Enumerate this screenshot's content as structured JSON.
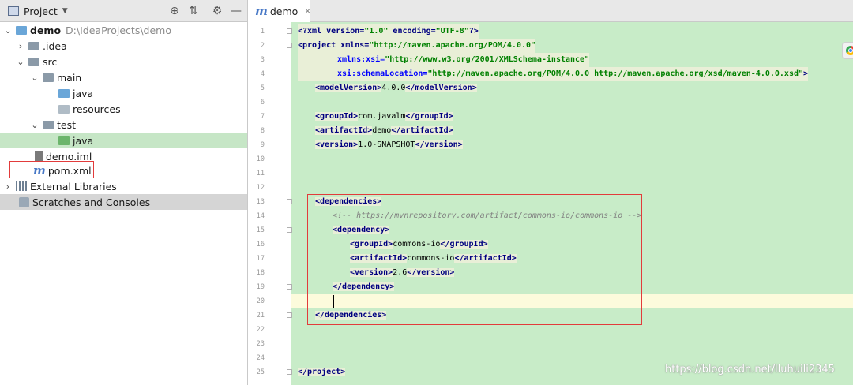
{
  "project_panel": {
    "title": "Project",
    "header_icons": [
      "locate-icon",
      "collapse-all-icon",
      "gear-icon",
      "minimize-icon"
    ],
    "tree": {
      "root_name": "demo",
      "root_path": "D:\\IdeaProjects\\demo",
      "items": [
        {
          "label": ".idea",
          "icon": "folder-icon"
        },
        {
          "label": "src",
          "icon": "folder-icon"
        },
        {
          "label": "main",
          "icon": "folder-icon"
        },
        {
          "label": "java",
          "icon": "source-folder-icon"
        },
        {
          "label": "resources",
          "icon": "resources-folder-icon"
        },
        {
          "label": "test",
          "icon": "folder-icon"
        },
        {
          "label": "java",
          "icon": "test-source-folder-icon"
        },
        {
          "label": "demo.iml",
          "icon": "iml-file-icon"
        },
        {
          "label": "pom.xml",
          "icon": "maven-icon"
        },
        {
          "label": "External Libraries",
          "icon": "libraries-icon"
        },
        {
          "label": "Scratches and Consoles",
          "icon": "scratches-icon"
        }
      ]
    }
  },
  "editor": {
    "tab": {
      "label": "demo",
      "close": "×"
    },
    "line_numbers": [
      "1",
      "2",
      "3",
      "4",
      "5",
      "6",
      "7",
      "8",
      "9",
      "10",
      "11",
      "12",
      "13",
      "14",
      "15",
      "16",
      "17",
      "18",
      "19",
      "20",
      "21",
      "22",
      "23",
      "24",
      "25"
    ],
    "code": {
      "l1": [
        "<?xml version=",
        "\"1.0\"",
        " encoding=",
        "\"UTF-8\"",
        "?>"
      ],
      "l2": [
        "<project xmlns=",
        "\"http://maven.apache.org/POM/4.0.0\""
      ],
      "l3": [
        "xmlns:xsi=",
        "\"http://www.w3.org/2001/XMLSchema-instance\""
      ],
      "l4": [
        "xsi:schemaLocation=",
        "\"http://maven.apache.org/POM/4.0.0 http://maven.apache.org/xsd/maven-4.0.0.xsd\"",
        ">"
      ],
      "l5": [
        "<modelVersion>",
        "4.0.0",
        "</modelVersion>"
      ],
      "l7": [
        "<groupId>",
        "com.javalm",
        "</groupId>"
      ],
      "l8": [
        "<artifactId>",
        "demo",
        "</artifactId>"
      ],
      "l9": [
        "<version>",
        "1.0-SNAPSHOT",
        "</version>"
      ],
      "l13": "<dependencies>",
      "l14": [
        "<!-- ",
        "https://mvnrepository.com/artifact/commons-io/commons-io",
        " -->"
      ],
      "l15": "<dependency>",
      "l16": [
        "<groupId>",
        "commons-io",
        "</groupId>"
      ],
      "l17": [
        "<artifactId>",
        "commons-io",
        "</artifactId>"
      ],
      "l18": [
        "<version>",
        "2.6",
        "</version>"
      ],
      "l19": "</dependency>",
      "l21": "</dependencies>",
      "l25": "</project>"
    }
  },
  "watermark": "https://blog.csdn.net/lluhuili2345",
  "colors": {
    "code_bg": "#c8ecc8",
    "selected_row": "#c6e6c6",
    "annotation_red": "#e23b3b",
    "xml_tag": "#000080",
    "xml_string": "#008000",
    "xml_attr": "#0000ff"
  }
}
